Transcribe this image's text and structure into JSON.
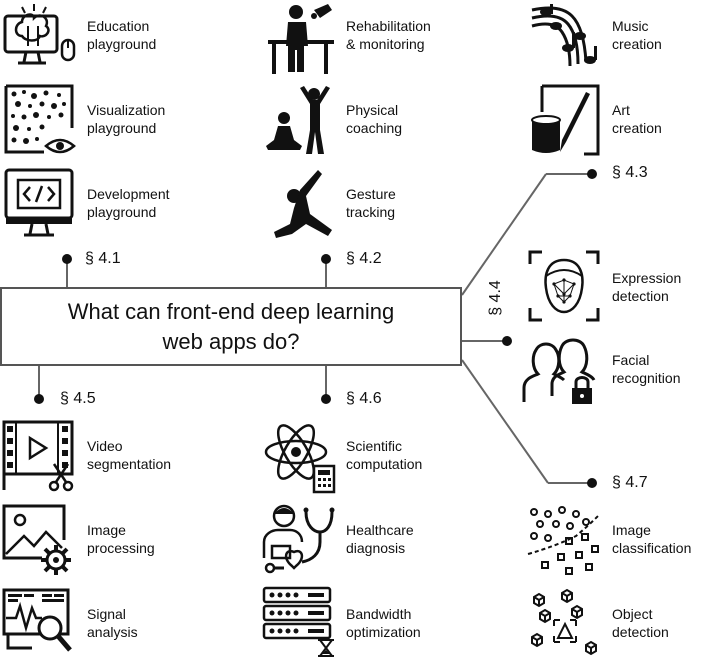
{
  "center": {
    "line1": "What can front-end deep learning",
    "line2": "web apps do?"
  },
  "sections": {
    "s41": "§ 4.1",
    "s42": "§ 4.2",
    "s43": "§ 4.3",
    "s44": "§ 4.4",
    "s45": "§ 4.5",
    "s46": "§ 4.6",
    "s47": "§ 4.7"
  },
  "items": {
    "education": {
      "line1": "Education",
      "line2": "playground",
      "icon": "computer-brain-icon"
    },
    "visualization": {
      "line1": "Visualization",
      "line2": "playground",
      "icon": "dots-eye-icon"
    },
    "development": {
      "line1": "Development",
      "line2": "playground",
      "icon": "code-monitor-icon"
    },
    "rehabilitation": {
      "line1": "Rehabilitation",
      "line2": "& monitoring",
      "icon": "parallel-bars-icon"
    },
    "physical": {
      "line1": "Physical",
      "line2": "coaching",
      "icon": "meditation-icon"
    },
    "gesture": {
      "line1": "Gesture",
      "line2": "tracking",
      "icon": "stretching-person-icon"
    },
    "music": {
      "line1": "Music",
      "line2": "creation",
      "icon": "music-notes-icon"
    },
    "art": {
      "line1": "Art",
      "line2": "creation",
      "icon": "paint-brush-icon"
    },
    "expression": {
      "line1": "Expression",
      "line2": "detection",
      "icon": "face-scan-icon"
    },
    "facial": {
      "line1": "Facial",
      "line2": "recognition",
      "icon": "profile-lock-icon"
    },
    "video": {
      "line1": "Video",
      "line2": "segmentation",
      "icon": "film-scissors-icon"
    },
    "image": {
      "line1": "Image",
      "line2": "processing",
      "icon": "picture-gear-icon"
    },
    "signal": {
      "line1": "Signal",
      "line2": "analysis",
      "icon": "waveform-magnifier-icon"
    },
    "scientific": {
      "line1": "Scientific",
      "line2": "computation",
      "icon": "atom-calculator-icon"
    },
    "healthcare": {
      "line1": "Healthcare",
      "line2": "diagnosis",
      "icon": "doctor-stethoscope-icon"
    },
    "bandwidth": {
      "line1": "Bandwidth",
      "line2": "optimization",
      "icon": "server-hourglass-icon"
    },
    "classification": {
      "line1": "Image",
      "line2": "classification",
      "icon": "scatter-classes-icon"
    },
    "object": {
      "line1": "Object",
      "line2": "detection",
      "icon": "cubes-box-icon"
    }
  }
}
